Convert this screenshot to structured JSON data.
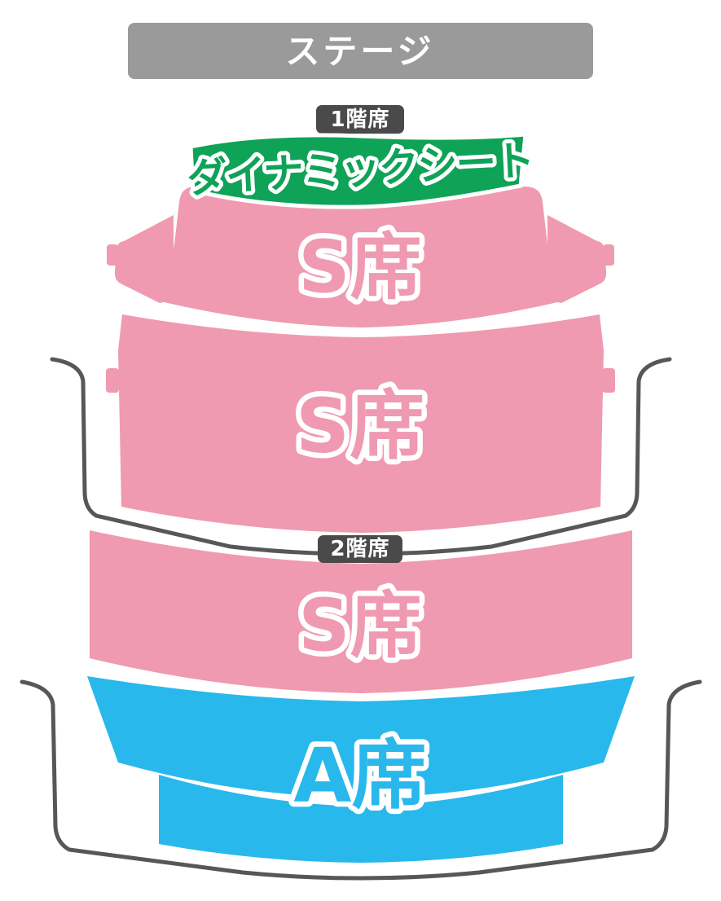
{
  "colors": {
    "stage": "#9a9a9a",
    "badge": "#4a4a4a",
    "s_seat": "#ef9ab0",
    "a_seat": "#29b8ec",
    "dynamic_seat": "#0ea357",
    "outline": "#575757"
  },
  "stage": {
    "label": "ステージ"
  },
  "floor1": {
    "badge": "1階席"
  },
  "floor2": {
    "badge": "2階席"
  },
  "sections": {
    "dynamic": {
      "label": "ダイナミックシート"
    },
    "s1_front": {
      "label": "S席"
    },
    "s1_rear": {
      "label": "S席"
    },
    "s2": {
      "label": "S席"
    },
    "a2": {
      "label": "A席"
    }
  }
}
